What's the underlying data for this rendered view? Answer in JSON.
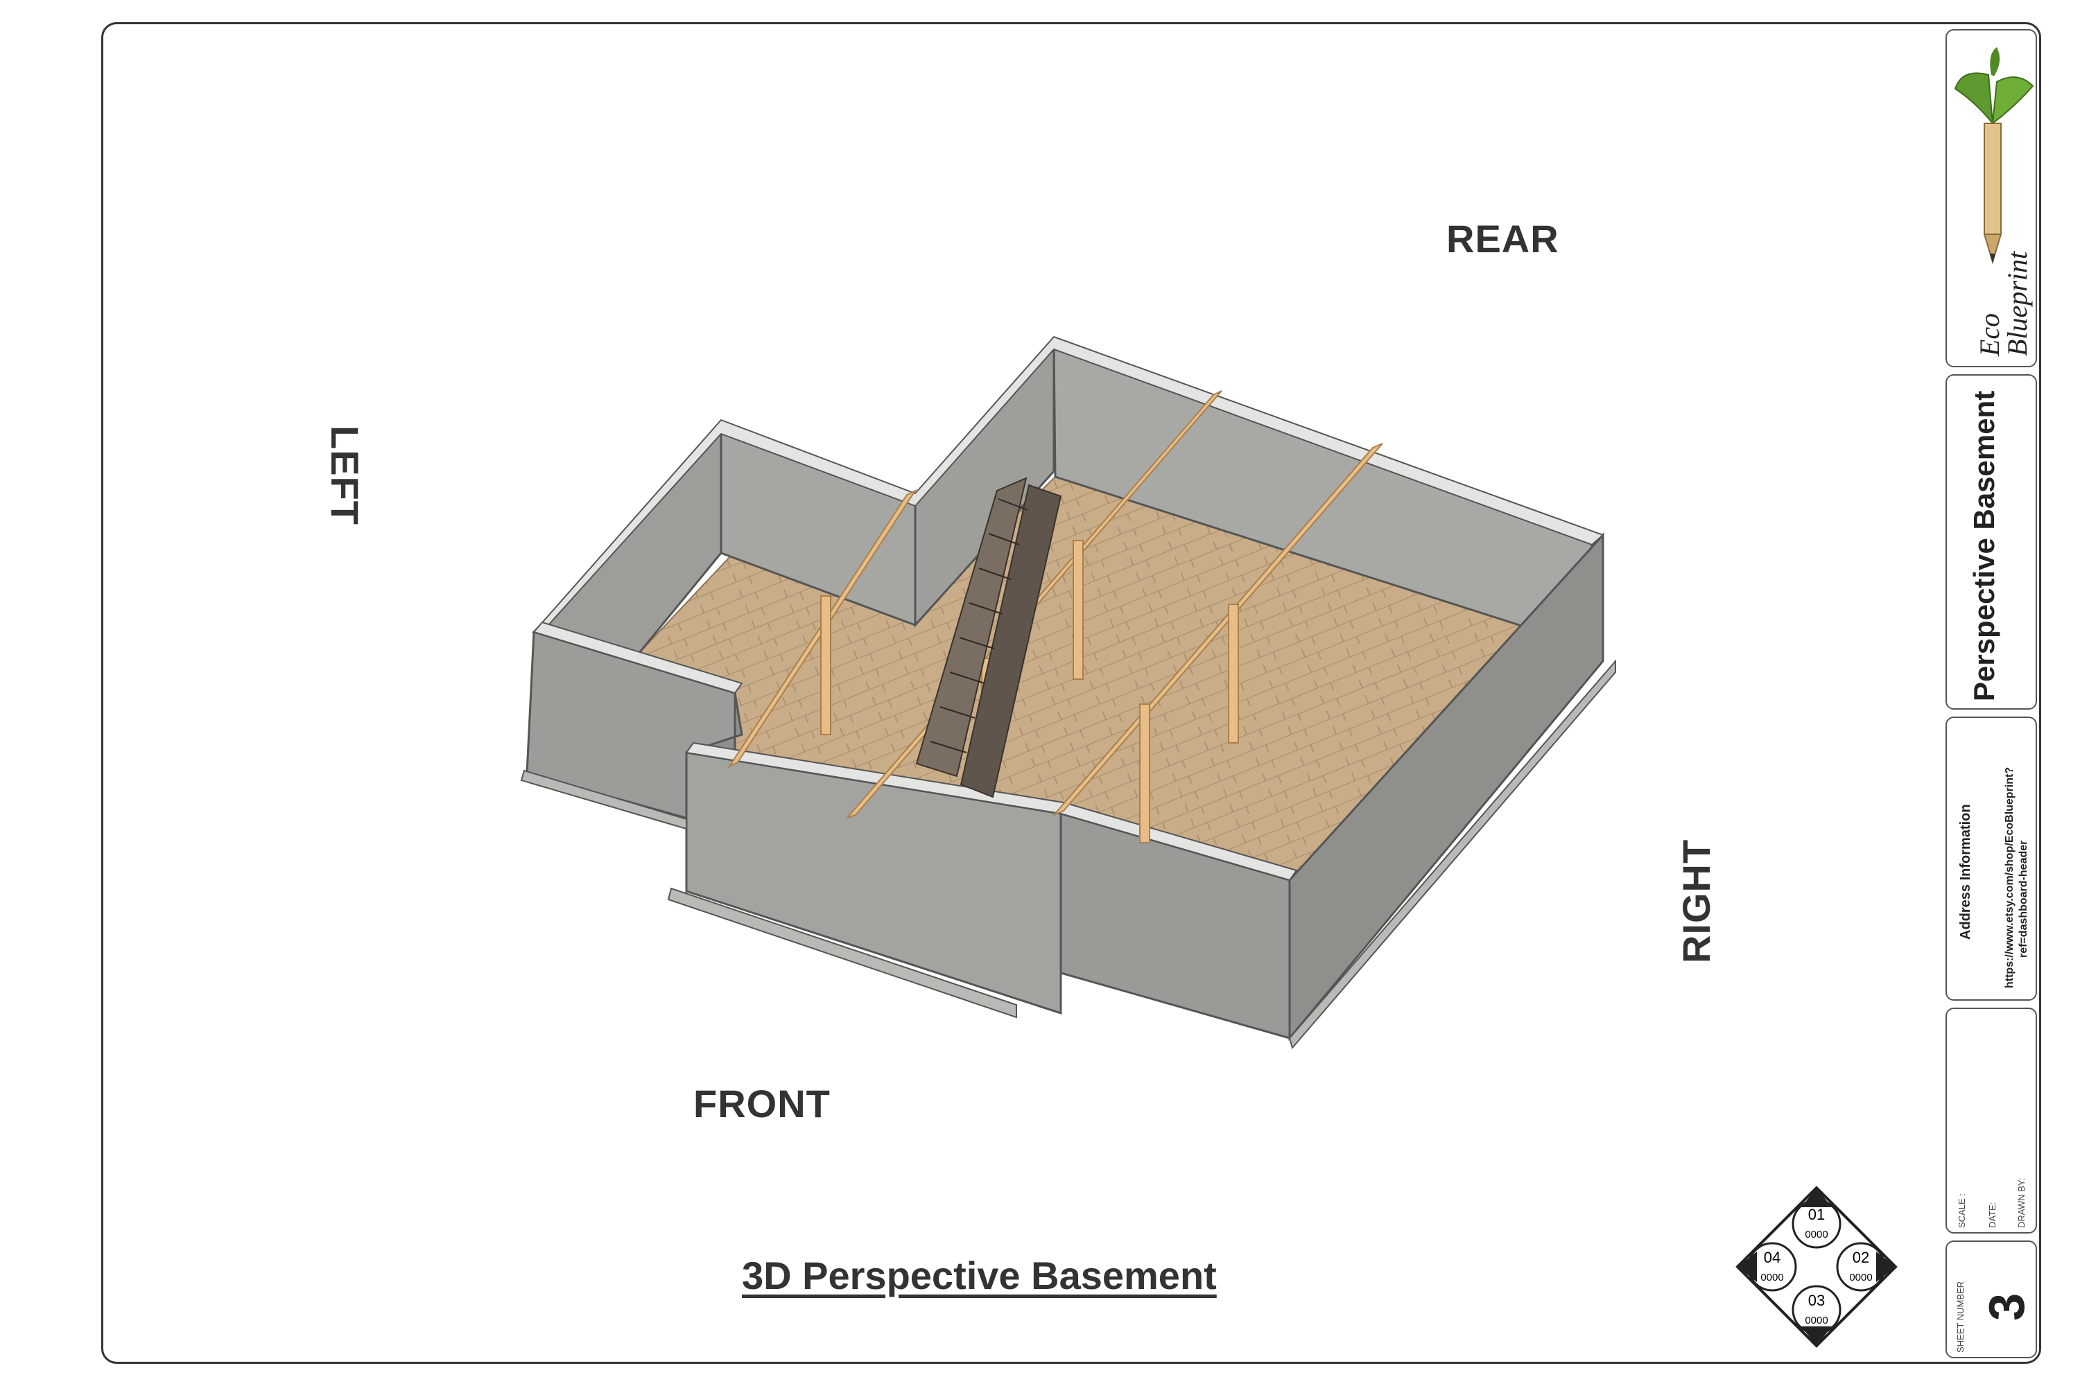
{
  "orientation": {
    "rear": "REAR",
    "left": "LEFT",
    "right": "RIGHT",
    "front": "FRONT"
  },
  "drawing_title": "3D Perspective Basement",
  "title_block": {
    "logo_text_line1": "Eco",
    "logo_text_line2": "Blueprint",
    "sheet_title": "Perspective Basement",
    "address_label": "Address Information",
    "url_line1": "https://www.etsy.com/shop/EcoBlueprint?",
    "url_line2": "ref=dashboard-header",
    "scale_label": "SCALE :",
    "date_label": "DATE:",
    "drawn_by_label": "DRAWN BY:",
    "sheet_number_label": "SHEET NUMBER",
    "sheet_number": "3"
  },
  "compass": {
    "top": {
      "num": "01",
      "code": "0000"
    },
    "right": {
      "num": "02",
      "code": "0000"
    },
    "bottom": {
      "num": "03",
      "code": "0000"
    },
    "left": {
      "num": "04",
      "code": "0000"
    }
  },
  "colors": {
    "wall_inner": "#a6a6a3",
    "wall_outer": "#9c9c99",
    "wall_top": "#e4e4e2",
    "floor": "#c9ad88",
    "beam": "#e8bd86",
    "stair": "#6b5f55"
  }
}
